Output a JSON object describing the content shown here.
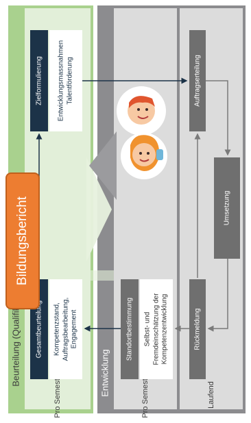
{
  "sections": {
    "beurteilung": "Beurteilung (Qualifikation)",
    "entwicklung": "Entwicklung"
  },
  "rows": {
    "pro_semester_1": "Pro Semester",
    "pro_semester_2": "Pro Semester",
    "laufend": "Laufend"
  },
  "boxes": {
    "gesamtbeurteilung": {
      "title": "Gesamtbeurteilung",
      "detail": "Kompetenzstand, Auftragsbearbeitung, Engagement"
    },
    "zielformulierung": {
      "title": "Zielformulierung",
      "detail": "Entwicklungsmassnahmen Talentförderung"
    },
    "standortbestimmung": {
      "title": "Standortbestimmung",
      "detail": "Selbst- und Fremdeinschätzung der Kompetenzentwicklung"
    },
    "auftragserteilung": {
      "title": "Auftragserteilung"
    },
    "umsetzung": {
      "title": "Umsetzung"
    },
    "rueckmeldung": {
      "title": "Rückmeldung"
    }
  },
  "callout": "Bildungsbericht",
  "colors": {
    "green_panel": "#a9d18e",
    "gray_panel": "#8c8c8f",
    "dark_box": "#1c3348",
    "gray_box": "#6f6f6f",
    "callout": "#ed7d31",
    "arrow": "#1c3348"
  }
}
